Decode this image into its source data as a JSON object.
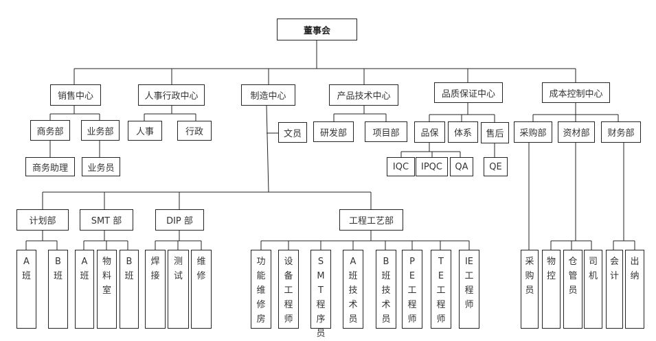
{
  "root": "董事会",
  "centers": {
    "sales": "销售中心",
    "hr_admin": "人事行政中心",
    "manufacturing": "制造中心",
    "product_tech": "产品技术中心",
    "quality": "品质保证中心",
    "cost_control": "成本控制中心"
  },
  "sales": {
    "business_dept": "商务部",
    "sales_dept": "业务部",
    "business_assistant": "商务助理",
    "salesman": "业务员"
  },
  "hr": {
    "personnel": "人事",
    "admin": "行政"
  },
  "product": {
    "rd": "研发部",
    "project": "项目部"
  },
  "quality": {
    "qa_dept": "品保",
    "system": "体系",
    "after_sales": "售后",
    "iqc": "IQC",
    "ipqc": "IPQC",
    "qa": "QA",
    "qe": "QE"
  },
  "cost": {
    "purchasing": "采购部",
    "materials": "资材部",
    "finance": "财务部"
  },
  "mfg": {
    "clerk": "文员",
    "planning": "计划部",
    "smt": "SMT 部",
    "dip": "DIP 部",
    "engineering": "工程工艺部"
  },
  "leaves": {
    "plan_a": "A班",
    "plan_b": "B班",
    "smt_a": "A班",
    "smt_material": "物料室",
    "smt_b": "B班",
    "dip_weld": "焊接",
    "dip_test": "测试",
    "dip_repair": "维修",
    "eng_func": "功能维修房",
    "eng_equip": "设备工程师",
    "eng_smt": "SMT程序员",
    "eng_a": "A班技术员",
    "eng_b": "B班技术员",
    "eng_pe": "PE工程师",
    "eng_te": "TE工程师",
    "eng_ie": "IE工程师",
    "buyer": "采购员",
    "mat_ctrl": "物控",
    "warehouse": "仓管员",
    "driver": "司机",
    "accountant": "会计",
    "cashier": "出纳"
  }
}
